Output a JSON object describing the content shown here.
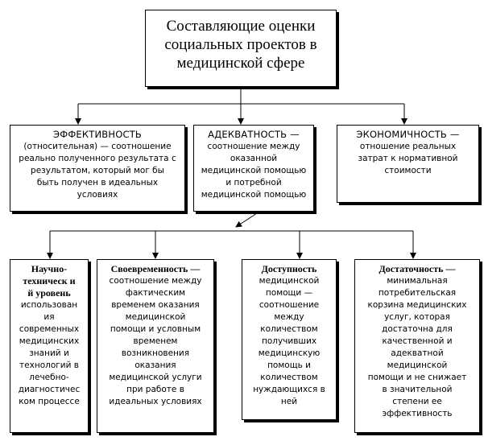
{
  "title_lines": [
    "Составляющие оценки",
    "социальных проектов в",
    "медицинской сфере"
  ],
  "middle": {
    "effectiveness": {
      "head": "ЭФФЕКТИВНОСТЬ",
      "lines": [
        "(относительная) —  соотношение",
        "реально полученного результата с",
        "результатом, который мог бы",
        "быть получен в идеальных",
        "условиях"
      ]
    },
    "adequacy": {
      "head": "АДЕКВАТНОСТЬ —",
      "lines": [
        "соотношение между",
        "оказанной",
        "медицинской помощью",
        "и потребной",
        "медицинской помощью"
      ]
    },
    "economy": {
      "head": "ЭКОНОМИЧНОСТЬ —",
      "lines": [
        "отношение реальных",
        "затрат к нормативной",
        "стоимости"
      ]
    }
  },
  "lower": {
    "scientific": {
      "head_lines": [
        "Научно-",
        "техническ и",
        "й уровень"
      ],
      "lines": [
        "использован",
        "ия",
        "современных",
        "медицинских",
        "знаний и",
        "технологий в",
        "лечебно-",
        "диагностичес",
        "ком процессе"
      ]
    },
    "timeliness": {
      "head": "Своевременность  —",
      "lines": [
        "соотношение между",
        "фактическим",
        "временем оказания",
        "медицинской",
        "помощи и условным",
        "временем",
        "возникновения",
        "оказания",
        "медицинской услуги",
        "при работе в",
        "идеальных условиях"
      ]
    },
    "accessibility": {
      "head": "Доступность",
      "lines": [
        "медицинской",
        "помощи —",
        "соотношение",
        "между",
        "количеством",
        "получивших",
        "медицинскую",
        "помощь и",
        "количеством",
        "нуждающихся в",
        "ней"
      ]
    },
    "sufficiency": {
      "head": "Достаточность —",
      "lines": [
        "минимальная",
        "потребительская",
        "корзина медицинских",
        "услуг, которая",
        "достаточна для",
        "качественной и",
        "адекватной",
        "медицинской",
        "помощи и не снижает",
        "в значительной",
        "степени ее",
        "эффективность"
      ]
    }
  }
}
